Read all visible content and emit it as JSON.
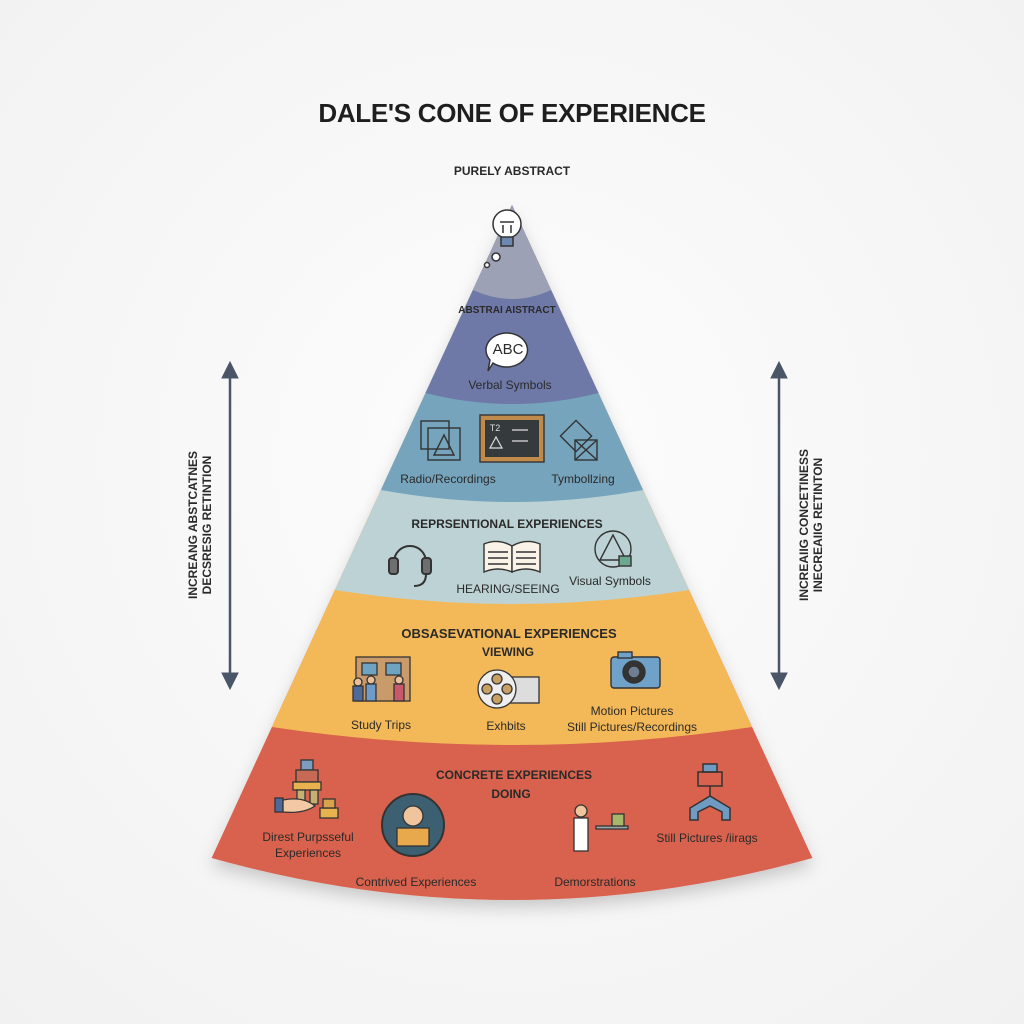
{
  "title": "DALE'S CONE OF EXPERIENCE",
  "apex_label": "PURELY ABSTRACT",
  "left_axis": {
    "line1": "INCREANG ABSTCATNES",
    "line2": "DECSRESIG RETINTION"
  },
  "right_axis": {
    "line1": "INCREAIIG CONCETINESS",
    "line2": "INECREAIIG RETINTON"
  },
  "colors": {
    "gray": "#9ca1b6",
    "purple": "#6f79a8",
    "blue": "#75a4bc",
    "pale": "#bcd2d4",
    "yellow": "#f3b959",
    "red": "#d8624e",
    "arrow": "#4b5568"
  },
  "bands": {
    "abstract": {
      "heading": "ABSTRAI AISTRACT",
      "icon_text": "ABC",
      "label": "Verbal Symbols"
    },
    "symbolic": {
      "left": "Radio/Recordings",
      "right": "Tymbollzing",
      "board_text": "T2"
    },
    "representational": {
      "heading": "REPRSENTIONAL EXPERIENCES",
      "center": "HEARING/SEEING",
      "right": "Visual Symbols"
    },
    "observational": {
      "heading": "OBSASEVATIONAL EXPERIENCES",
      "sub": "VIEWING",
      "left": "Study Trips",
      "center": "Exhbits",
      "right1": "Motion Pictures",
      "right2": "Still Pictures/Recordings"
    },
    "concrete": {
      "heading": "CONCRETE EXPERIENCES",
      "sub": "DOING",
      "left1": "Direst Purpsseful",
      "left2": "Experiences",
      "center_left": "Contrived Experiences",
      "center_right": "Demorstrations",
      "right": "Still Pictures /iirags"
    }
  }
}
